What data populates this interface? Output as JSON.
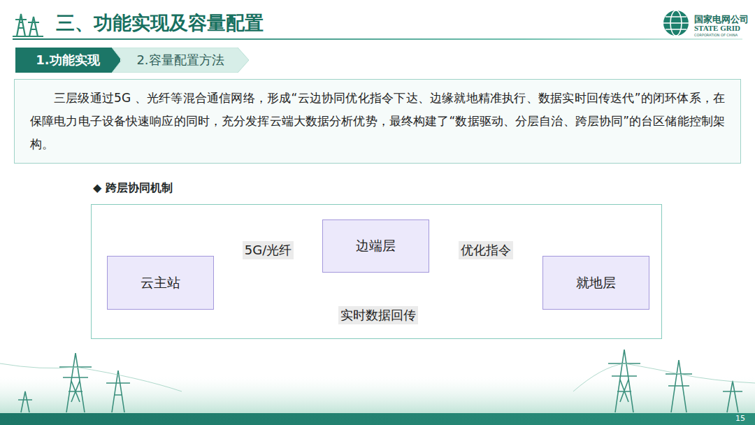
{
  "diagram": {
    "title": "三、功能实现及容量配置",
    "nodes": [
      {
        "text": [
          "1.功能实现"
        ]
      },
      {
        "text": [
          "2.容量配置方法"
        ]
      },
      {
        "text": [
          "三层级通过5G 、光纤等混合通信网络，形成“云边协同优化指令下达、边缘就地精准执行、数据实时回传迭代”的闭环体系，在保障电力电子设备快速响应的同时，充分发挥云端大数据分析优势，最终构建了“数据驱动、分层自治、跨层协同”的台区储能控制架构。"
        ]
      },
      {
        "text": [
          "◆ 跨层协同机制"
        ]
      },
      {
        "text": [
          "云主站"
        ],
        "in": 3
      },
      {
        "text": [
          "边端层"
        ],
        "in": 3
      },
      {
        "text": [
          "就地层"
        ],
        "in": 3
      }
    ],
    "edges": [
      {
        "from": 4,
        "to": 5,
        "arrow": "to",
        "label": "5G/光纤"
      },
      {
        "from": 5,
        "to": 6,
        "arrow": "to",
        "label": "优化指令"
      },
      {
        "from": 6,
        "to": 4,
        "arrow": "to",
        "label": "实时数据回传"
      }
    ],
    "labels": [
      "国家电网公司",
      "STATE GRID",
      "CORPORATION OF CHINA",
      "15"
    ]
  }
}
